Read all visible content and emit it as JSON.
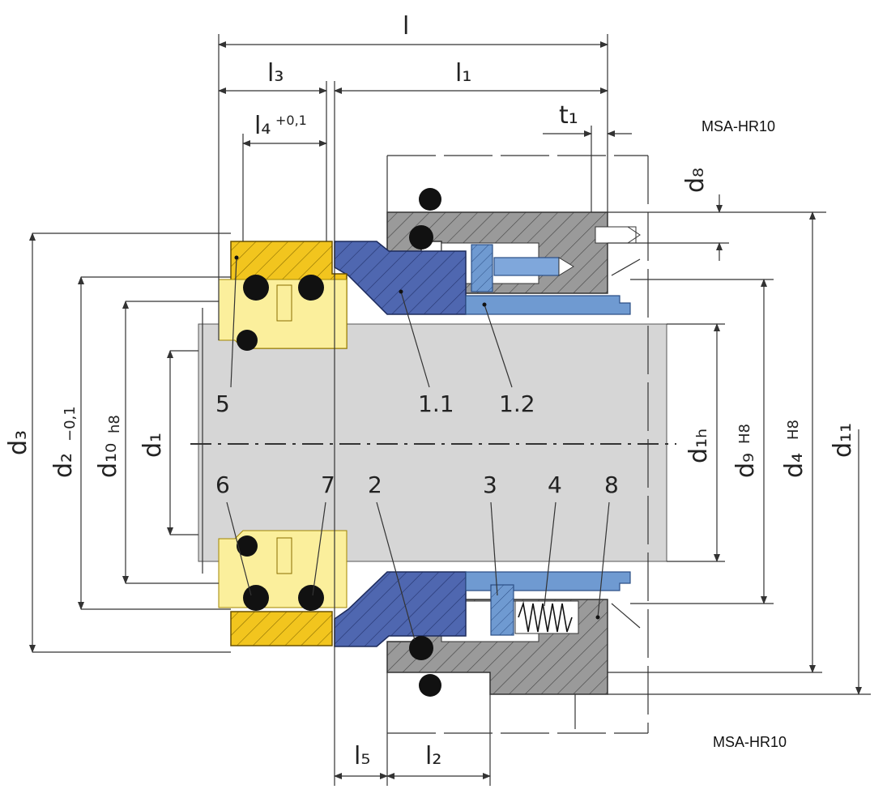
{
  "model_labels": [
    "MSA-HR10",
    "MSA-HR10"
  ],
  "dimensions": {
    "l": "l",
    "l1": "l₁",
    "l3": "l₃",
    "l4": "l₄",
    "l4_tol": "+0,1",
    "t1": "t₁",
    "l5": "l₅",
    "l2": "l₂",
    "d8": "d₈",
    "d3": "d₃",
    "d2": "d₂",
    "d2_tol": "−0,1",
    "d10": "d₁₀",
    "d10_tol": "h8",
    "d1": "d₁",
    "d1h": "d₁ₕ",
    "d9": "d₉",
    "d9_tol": "H8",
    "d4": "d₄",
    "d4_tol": "H8",
    "d11": "d₁₁"
  },
  "part_numbers": [
    "5",
    "1.1",
    "1.2",
    "6",
    "7",
    "2",
    "3",
    "4",
    "8"
  ],
  "colors": {
    "stationary_seat": "#f2c51e",
    "stationary_seat_light": "#fbef9c",
    "rotating_face": "#4f67b0",
    "retainer_blue": "#6f9ad1",
    "housing_grey": "#9a9a9a",
    "shaft_grey": "#d6d6d6",
    "oring_black": "#111111",
    "line": "#333333"
  }
}
